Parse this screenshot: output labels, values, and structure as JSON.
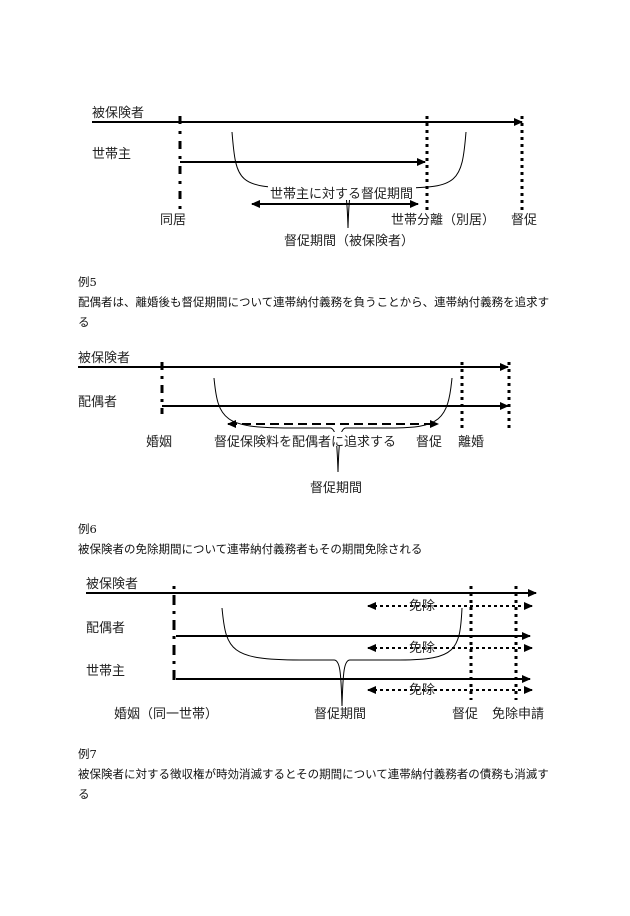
{
  "diagram4": {
    "labels": {
      "insured": "被保険者",
      "head": "世帯主",
      "cohabit": "同居",
      "separate": "世帯分離（別居）",
      "demand": "督促",
      "head_period": "世帯主に対する督促期間",
      "period": "督促期間（被保険者）"
    }
  },
  "example5": {
    "number": "例5",
    "text": "配偶者は、離婚後も督促期間について連帯納付義務を負うことから、連帯納付義務を追求する"
  },
  "diagram5": {
    "labels": {
      "insured": "被保険者",
      "spouse": "配偶者",
      "marriage": "婚姻",
      "pursue": "督促保険料を配偶者に追求する",
      "demand": "督促",
      "divorce": "離婚",
      "period": "督促期間"
    }
  },
  "example6": {
    "number": "例6",
    "text": "被保険者の免除期間について連帯納付義務者もその期間免除される"
  },
  "diagram6": {
    "labels": {
      "insured": "被保険者",
      "spouse": "配偶者",
      "head": "世帯主",
      "exempt1": "免除",
      "exempt2": "免除",
      "exempt3": "免除",
      "marriage": "婚姻（同一世帯）",
      "period": "督促期間",
      "demand": "督促",
      "apply": "免除申請"
    }
  },
  "example7": {
    "number": "例7",
    "text": "被保険者に対する徴収権が時効消滅するとその期間について連帯納付義務者の債務も消滅する"
  }
}
